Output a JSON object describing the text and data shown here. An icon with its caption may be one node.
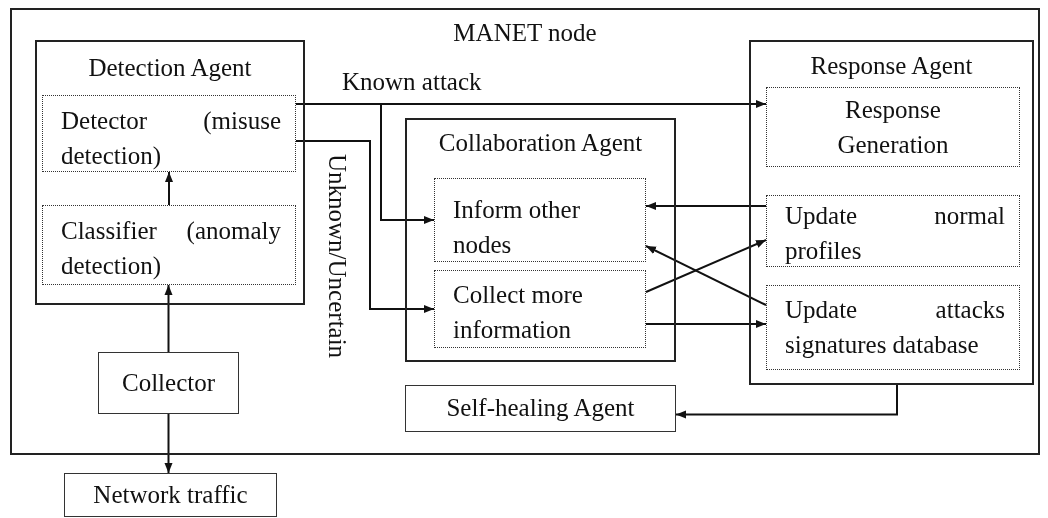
{
  "diagram": {
    "nodes": [
      {
        "text": [
          "MANET node"
        ]
      },
      {
        "text": [
          "Detection Agent"
        ],
        "in": 0
      },
      {
        "text": [
          "Detector (misuse detection)"
        ],
        "in": 1
      },
      {
        "text": [
          "Classifier (anomaly detection)"
        ],
        "in": 1
      },
      {
        "text": [
          "Collector"
        ],
        "in": 0
      },
      {
        "text": [
          "Network traffic"
        ]
      },
      {
        "text": [
          "Collaboration Agent"
        ],
        "in": 0
      },
      {
        "text": [
          "Inform other nodes"
        ],
        "in": 6
      },
      {
        "text": [
          "Collect more information"
        ],
        "in": 6
      },
      {
        "text": [
          "Response Agent"
        ],
        "in": 0
      },
      {
        "text": [
          "Response Generation"
        ],
        "in": 9
      },
      {
        "text": [
          "Update normal profiles"
        ],
        "in": 9
      },
      {
        "text": [
          "Update attacks signatures database"
        ],
        "in": 9
      },
      {
        "text": [
          "Self-healing Agent"
        ],
        "in": 0
      }
    ],
    "edges": [
      {
        "from": 4,
        "to": 3,
        "arrow": "to"
      },
      {
        "from": 3,
        "to": 2,
        "arrow": "to"
      },
      {
        "from": 4,
        "to": 5,
        "arrow": "to"
      },
      {
        "from": 2,
        "to": 10,
        "arrow": "to",
        "label": "Known attack"
      },
      {
        "from": 2,
        "to": 7,
        "arrow": "to"
      },
      {
        "from": 2,
        "to": 8,
        "arrow": "to",
        "label": "Unknown/Uncertain"
      },
      {
        "from": 11,
        "to": 7,
        "arrow": "to"
      },
      {
        "from": 12,
        "to": 7,
        "arrow": "to"
      },
      {
        "from": 8,
        "to": 11,
        "arrow": "to"
      },
      {
        "from": 8,
        "to": 12,
        "arrow": "to"
      },
      {
        "from": 9,
        "to": 13,
        "arrow": "to"
      }
    ]
  }
}
